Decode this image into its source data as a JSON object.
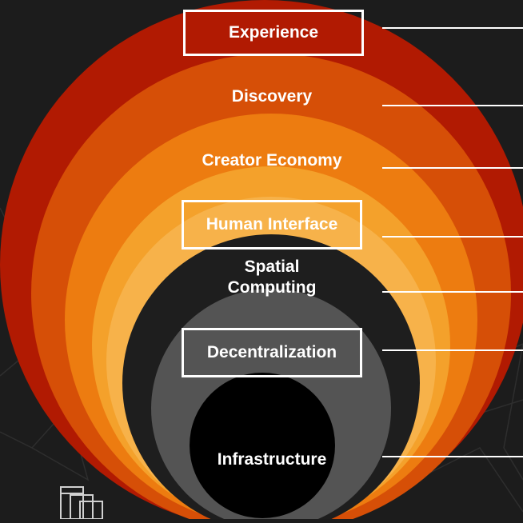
{
  "layers": [
    {
      "label": "Experience",
      "color": "#b11a02",
      "boxed": true
    },
    {
      "label": "Discovery",
      "color": "#d64f07",
      "boxed": false
    },
    {
      "label": "Creator Economy",
      "color": "#ed7c10",
      "boxed": false
    },
    {
      "label": "Human Interface",
      "color": "#f4a12b",
      "boxed": true
    },
    {
      "label": "Spatial\nComputing",
      "color": "#1e1e1e",
      "boxed": false
    },
    {
      "label": "Decentralization",
      "color": "#545454",
      "boxed": true
    },
    {
      "label": "Infrastructure",
      "color": "#000000",
      "boxed": false
    }
  ],
  "extra_ring_color": "#f7b24a",
  "background_color": "#1c1c1c"
}
